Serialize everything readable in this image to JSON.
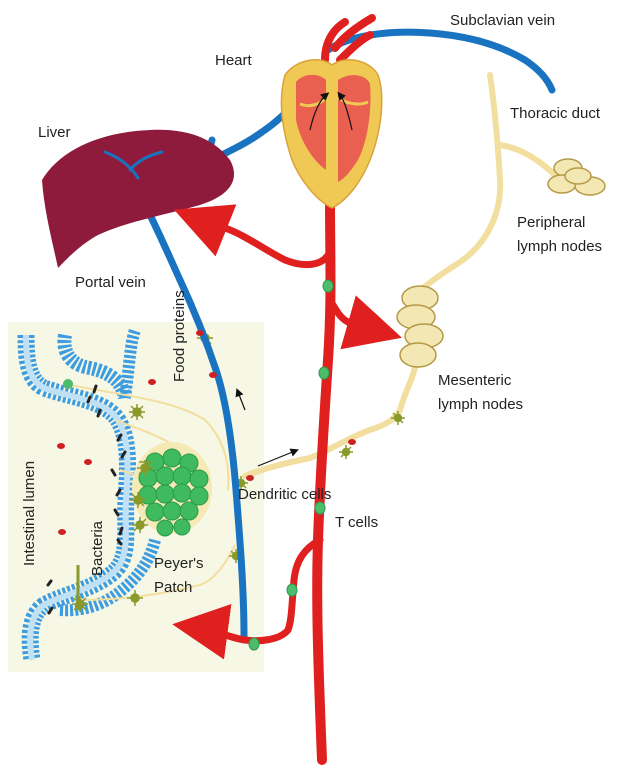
{
  "labels": {
    "subclavian_vein": "Subclavian vein",
    "heart": "Heart",
    "liver": "Liver",
    "thoracic_duct": "Thoracic duct",
    "peripheral_lymph_nodes": [
      "Peripheral",
      "lymph nodes"
    ],
    "portal_vein": "Portal vein",
    "food_proteins": "Food proteins",
    "mesenteric_lymph_nodes": [
      "Mesenteric",
      "lymph nodes"
    ],
    "intestinal_lumen": "Intestinal lumen",
    "bacteria": "Bacteria",
    "dendritic_cells": "Dendritic cells",
    "t_cells": "T cells",
    "peyers_patch": [
      "Peyer's",
      "Patch"
    ]
  },
  "colors": {
    "artery_red": "#e0201f",
    "vein_blue": "#1a73c0",
    "lymph_yellow": "#f2dfa0",
    "liver": "#8e1a3c",
    "heart_body": "#f0c955",
    "heart_chamber": "#ea6050",
    "lymph_node": "#f3e7b4",
    "peyers_green": "#3fba5e",
    "tcell_green": "#4cbd6a",
    "dendritic_olive": "#8a9a2a",
    "gut_blue": "#3d9de0",
    "inset_bg": "#f6f7e4"
  }
}
